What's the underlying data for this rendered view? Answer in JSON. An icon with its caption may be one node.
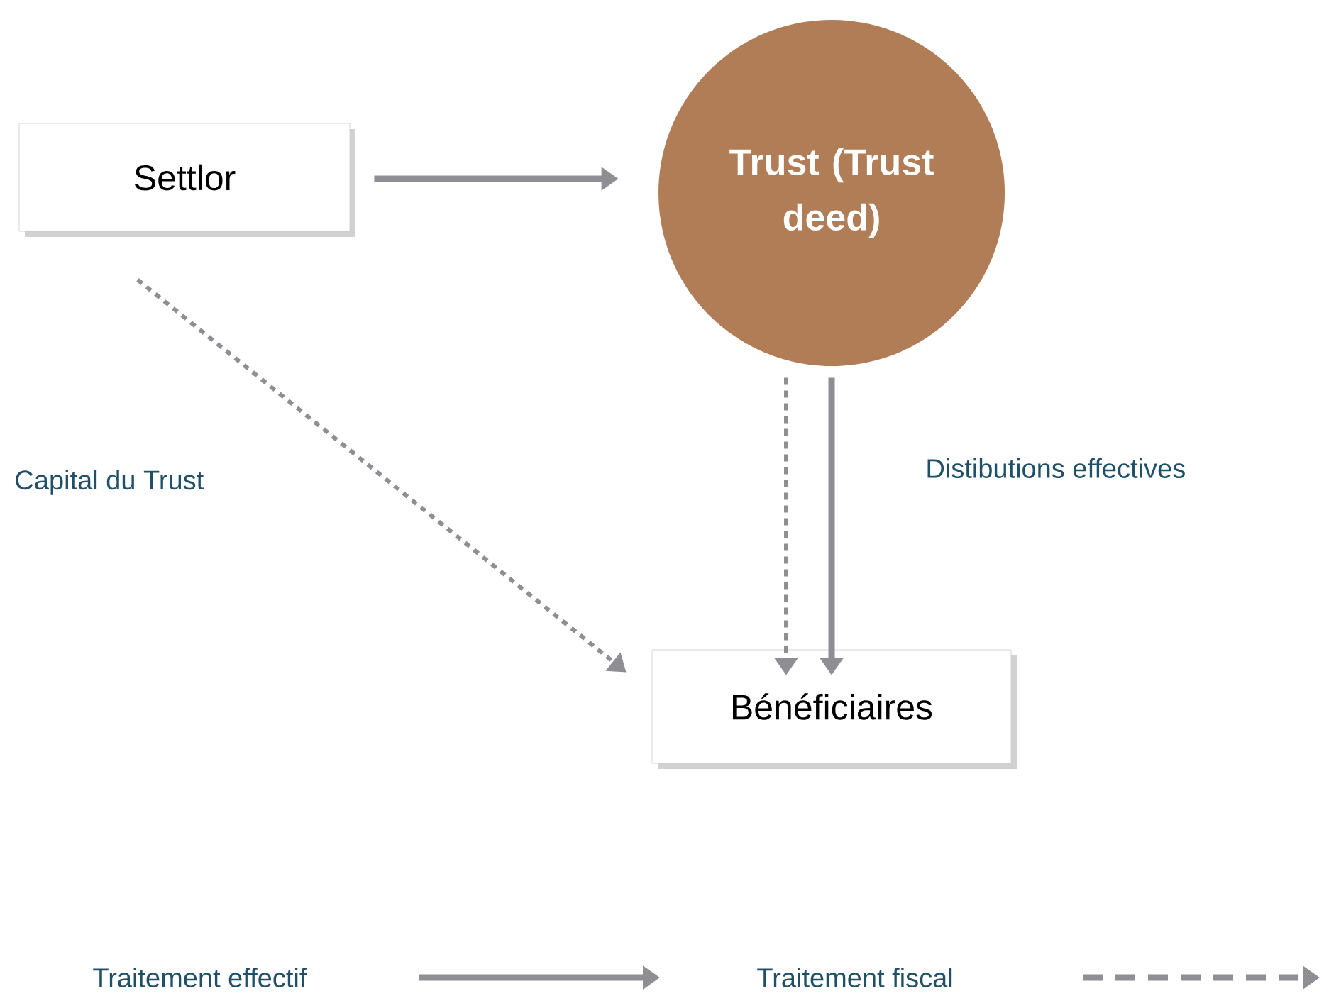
{
  "diagram": {
    "nodes": [
      {
        "text": [
          "Settlor"
        ]
      },
      {
        "text": [
          "Trust (Trust deed)"
        ]
      },
      {
        "text": [
          "Bénéficiaires"
        ]
      }
    ],
    "edges": [
      {
        "from": 0,
        "to": 1,
        "arrow": "to"
      },
      {
        "from": 0,
        "to": 2,
        "arrow": "to",
        "style": "dashed",
        "label": "Capital du Trust"
      },
      {
        "from": 1,
        "to": 2,
        "arrow": "to",
        "style": "dashed"
      },
      {
        "from": 1,
        "to": 2,
        "arrow": "to",
        "label": "Distibutions effectives"
      }
    ],
    "legend": [
      {
        "text": "Traitement effectif"
      },
      {
        "text": "Traitement fiscal"
      }
    ]
  }
}
